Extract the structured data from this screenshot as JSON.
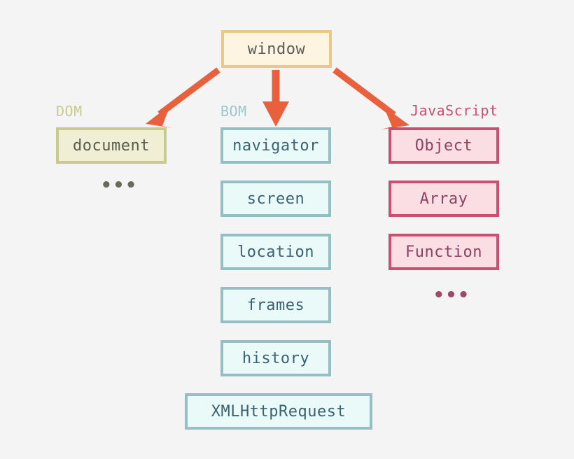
{
  "diagram": {
    "title_node": {
      "label": "window"
    },
    "groups": [
      {
        "key": "dom",
        "label": "DOM",
        "label_color": "#c9ca8e",
        "border_color": "#c9ca8e",
        "fill_color": "#f0efd6",
        "text_color": "#5a5a4e",
        "nodes": [
          {
            "label": "document"
          }
        ],
        "ellipsis": "•••"
      },
      {
        "key": "bom",
        "label": "BOM",
        "label_color": "#9ec6cb",
        "border_color": "#94c0c4",
        "fill_color": "#eafaf9",
        "text_color": "#3b6270",
        "nodes": [
          {
            "label": "navigator"
          },
          {
            "label": "screen"
          },
          {
            "label": "location"
          },
          {
            "label": "frames"
          },
          {
            "label": "history"
          },
          {
            "label": "XMLHttpRequest"
          }
        ],
        "ellipsis": ""
      },
      {
        "key": "javascript",
        "label": "JavaScript",
        "label_color": "#cc4f72",
        "border_color": "#cc4f72",
        "fill_color": "#fbdde4",
        "text_color": "#8c4263",
        "nodes": [
          {
            "label": "Object"
          },
          {
            "label": "Array"
          },
          {
            "label": "Function"
          }
        ],
        "ellipsis": "•••"
      }
    ],
    "arrow_color": "#e8603c",
    "background_color": "#f4f4f4",
    "window_border_color": "#e8c98c",
    "window_fill_color": "#fdf5e2"
  }
}
